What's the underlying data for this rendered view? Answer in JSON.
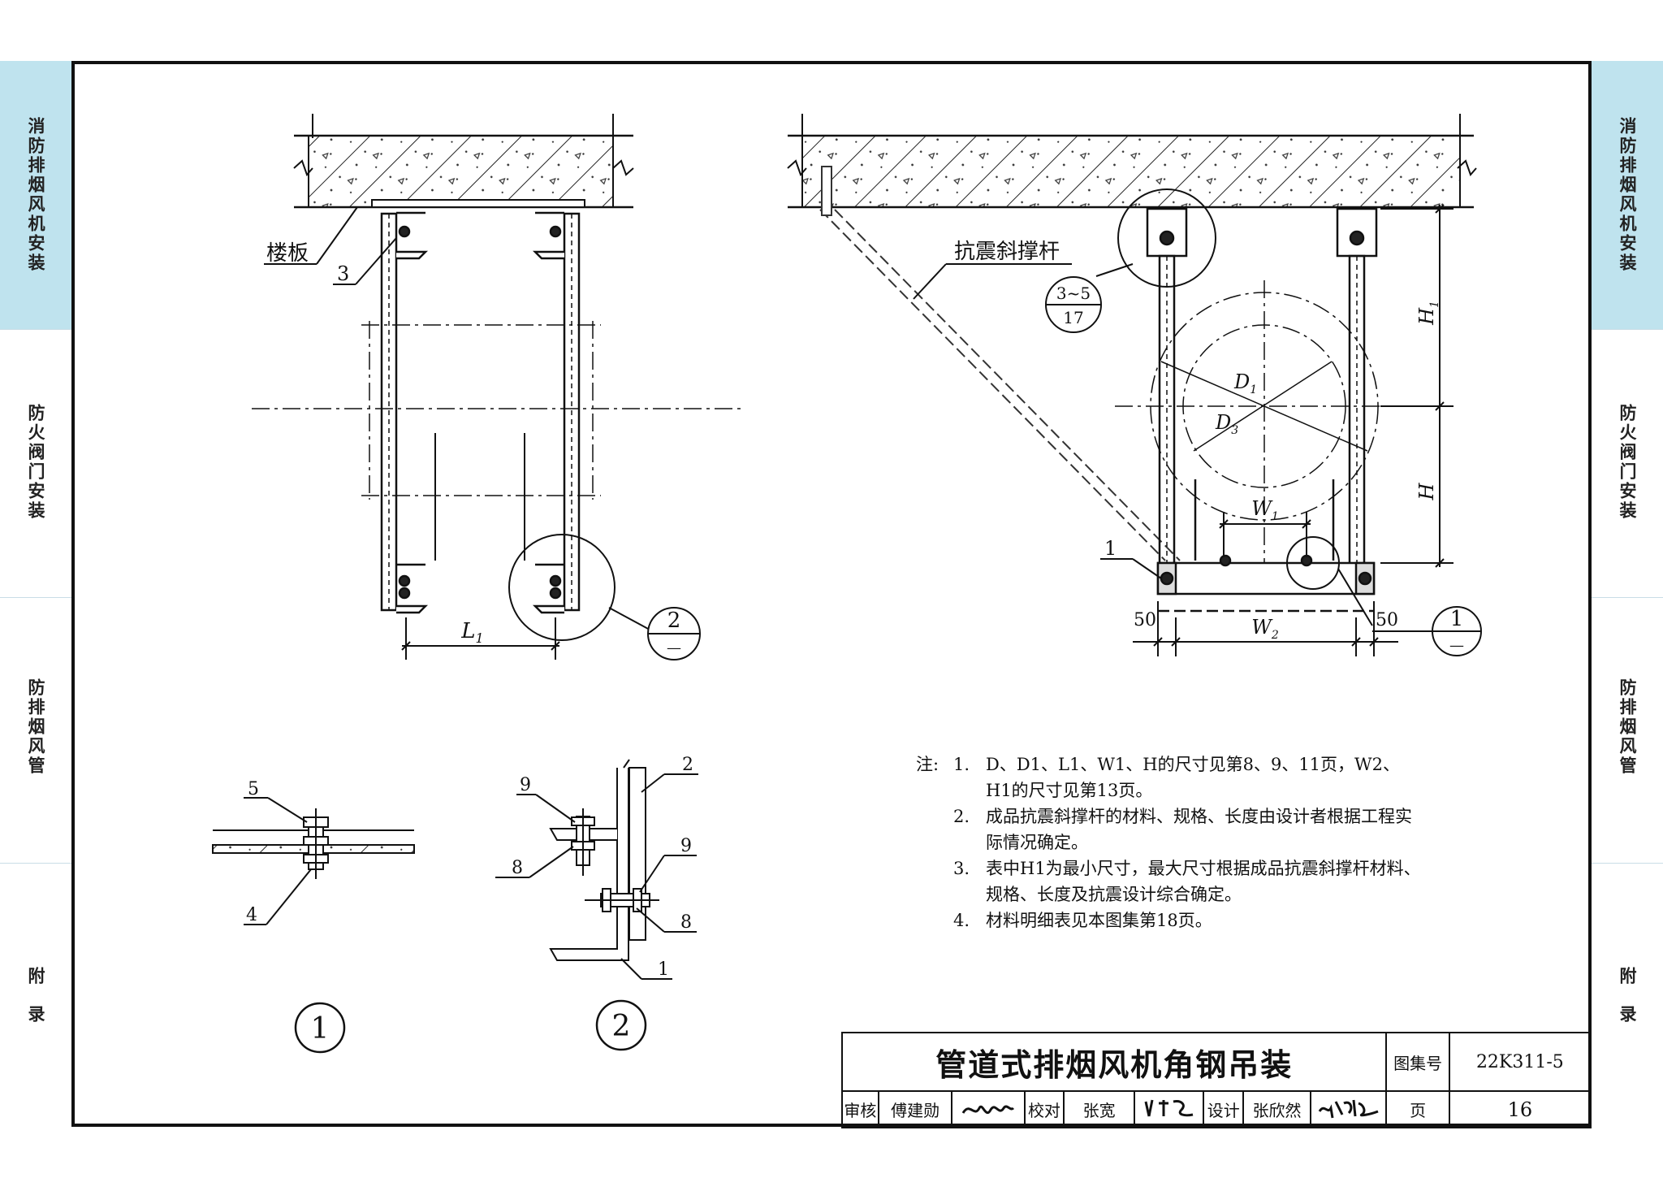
{
  "side_tabs": {
    "left": [
      {
        "label": "消防排烟风机安装",
        "active": true
      },
      {
        "label": "防火阀门安装",
        "active": false
      },
      {
        "label": "防排烟风管",
        "active": false
      },
      {
        "label": "附录",
        "active": false
      }
    ],
    "right": [
      {
        "label": "消防排烟风机安装",
        "active": true
      },
      {
        "label": "防火阀门安装",
        "active": false
      },
      {
        "label": "防排烟风管",
        "active": false
      },
      {
        "label": "附录",
        "active": false
      }
    ]
  },
  "drawing": {
    "left_view": {
      "floor_label": "楼板",
      "callout_3": "3",
      "dim_L1": "L",
      "dim_L1_sub": "1",
      "detail_ref_num": "2",
      "detail_ref_sheet": "—"
    },
    "right_view": {
      "brace_label": "抗震斜撑杆",
      "ref_top": "3~5",
      "ref_bottom": "17",
      "dim_D1": "D",
      "dim_D1_sub": "1",
      "dim_D3": "D",
      "dim_D3_sub": "3",
      "dim_W1": "W",
      "dim_W1_sub": "1",
      "dim_W2": "W",
      "dim_W2_sub": "2",
      "dim_H": "H",
      "dim_H1": "H",
      "dim_H1_sub": "1",
      "dim_50_left": "50",
      "dim_50_right": "50",
      "callout_1": "1",
      "detail_ref_num": "1",
      "detail_ref_sheet": "—"
    },
    "detail1": {
      "callout_5": "5",
      "callout_4": "4",
      "label": "1"
    },
    "detail2": {
      "callout_9a": "9",
      "callout_8a": "8",
      "callout_2": "2",
      "callout_9b": "9",
      "callout_8b": "8",
      "callout_1": "1",
      "label": "2"
    }
  },
  "notes": {
    "heading": "注:",
    "items": [
      {
        "num": "1.",
        "text": "D、D1、L1、W1、H的尺寸见第8、9、11页，W2、H1的尺寸见第13页。"
      },
      {
        "num": "2.",
        "text": "成品抗震斜撑杆的材料、规格、长度由设计者根据工程实际情况确定。"
      },
      {
        "num": "3.",
        "text": "表中H1为最小尺寸，最大尺寸根据成品抗震斜撑杆材料、规格、长度及抗震设计综合确定。"
      },
      {
        "num": "4.",
        "text": "材料明细表见本图集第18页。"
      }
    ]
  },
  "title_block": {
    "title": "管道式排烟风机角钢吊装",
    "atlas_label": "图集号",
    "atlas_no": "22K311-5",
    "review_label": "审核",
    "reviewer": "傅建勋",
    "check_label": "校对",
    "checker": "张宽",
    "design_label": "设计",
    "designer": "张欣然",
    "page_label": "页",
    "page_no": "16"
  }
}
